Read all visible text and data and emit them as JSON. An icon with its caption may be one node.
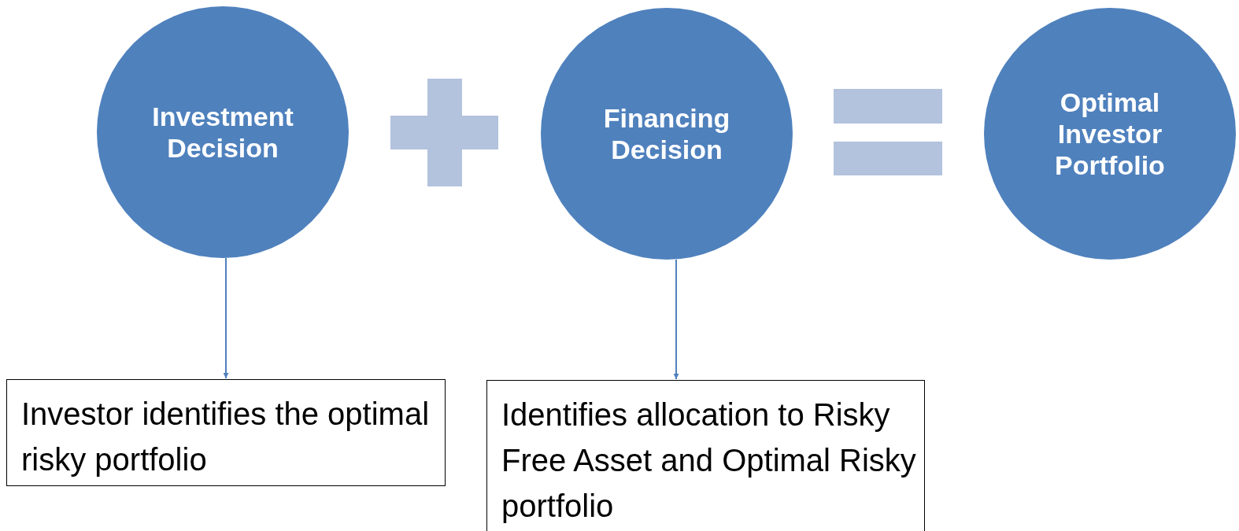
{
  "diagram": {
    "nodes": [
      {
        "text": [
          "Investment Decision"
        ]
      },
      {
        "text": [
          "Financing Decision"
        ]
      },
      {
        "text": [
          "Optimal Investor Portfolio"
        ]
      },
      {
        "text": [
          "Investor identifies the optimal risky portfolio"
        ]
      },
      {
        "text": [
          "Identifies allocation to Risky Free Asset and Optimal Risky portfolio"
        ]
      }
    ],
    "edges": [
      {
        "from": 0,
        "to": 3,
        "arrow": "to"
      },
      {
        "from": 1,
        "to": 4,
        "arrow": "to"
      }
    ]
  }
}
